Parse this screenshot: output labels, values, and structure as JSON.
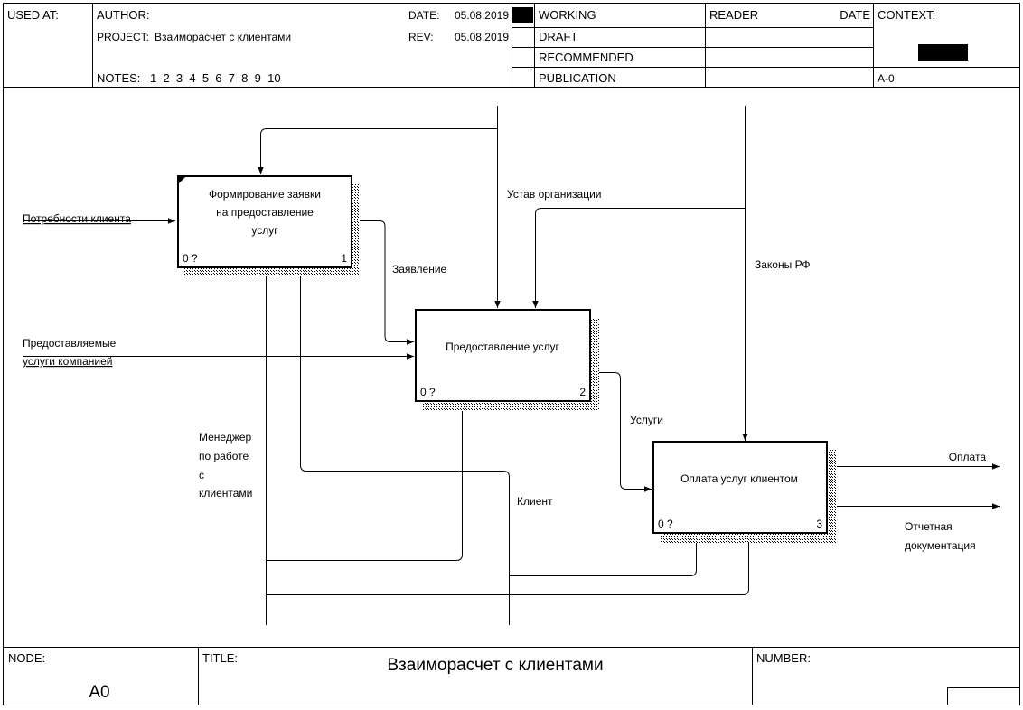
{
  "header": {
    "used_at_label": "USED AT:",
    "author_label": "AUTHOR:",
    "project_label": "PROJECT:",
    "project_name": "Взаиморасчет с клиентами",
    "notes_label": "NOTES:",
    "notes_numbers": "1  2  3  4  5  6  7  8  9  10",
    "date_label": "DATE:",
    "date_value": "05.08.2019",
    "rev_label": "REV:",
    "rev_value": "05.08.2019",
    "status_working": "WORKING",
    "status_draft": "DRAFT",
    "status_recommended": "RECOMMENDED",
    "status_publication": "PUBLICATION",
    "reader_label": "READER",
    "reader_date_label": "DATE",
    "context_label": "CONTEXT:",
    "context_node": "A-0"
  },
  "boxes": [
    {
      "name": "Формирование заявки на предоставление услуг",
      "lines": [
        "Формирование заявки",
        "на предоставление",
        "услуг"
      ],
      "cost": "0 ?",
      "number": "1"
    },
    {
      "name": "Предоставление услуг",
      "lines": [
        "Предоставление услуг"
      ],
      "cost": "0 ?",
      "number": "2"
    },
    {
      "name": "Оплата услуг клиентом",
      "lines": [
        "Оплата услуг клиентом"
      ],
      "cost": "0 ?",
      "number": "3"
    }
  ],
  "arrow_labels": {
    "needs": "Потребности клиента",
    "services_line1": "Предоставляемые",
    "services_line2": "услуги компанией",
    "application": "Заявление",
    "charter": "Устав организации",
    "laws": "Законы РФ",
    "services": "Услуги",
    "manager_lines": [
      "Менеджер",
      "по работе",
      "с",
      "клиентами"
    ],
    "client": "Клиент",
    "payment": "Оплата",
    "report_line1": "Отчетная",
    "report_line2": "документация"
  },
  "footer": {
    "node_label": "NODE:",
    "node_value": "A0",
    "title_label": "TITLE:",
    "title_value": "Взаиморасчет с клиентами",
    "number_label": "NUMBER:"
  }
}
